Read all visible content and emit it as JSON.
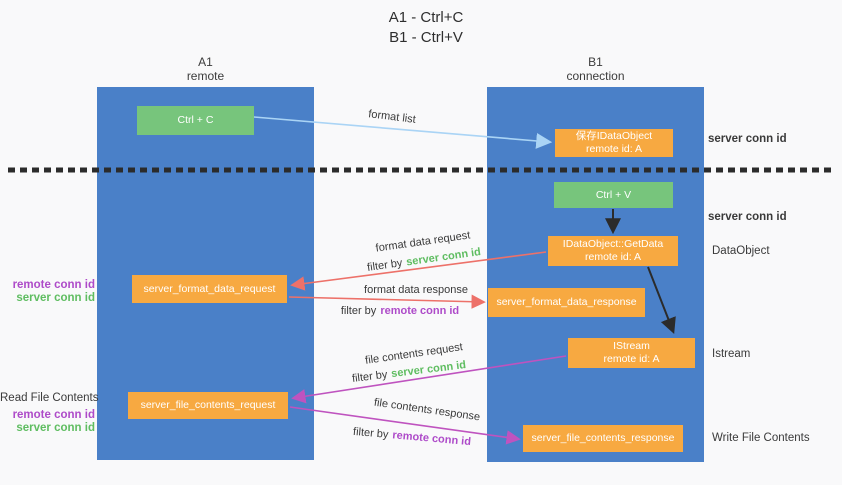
{
  "title": {
    "line1": "A1 - Ctrl+C",
    "line2": "B1 - Ctrl+V"
  },
  "lifelines": {
    "a1": {
      "name": "A1",
      "subtitle": "remote"
    },
    "b1": {
      "name": "B1",
      "subtitle": "connection"
    }
  },
  "nodes": {
    "ctrl_c": {
      "label": "Ctrl + C"
    },
    "ctrl_v": {
      "label": "Ctrl + V"
    },
    "save_idataobject": {
      "line1": "保存IDataObject",
      "line2": "remote id: A"
    },
    "idataobject_getdata": {
      "line1": "IDataObject::GetData",
      "line2": "remote id: A"
    },
    "istream": {
      "line1": "IStream",
      "line2": "remote id: A"
    },
    "server_format_data_request": {
      "label": "server_format_data_request"
    },
    "server_format_data_response": {
      "label": "server_format_data_response"
    },
    "server_file_contents_request": {
      "label": "server_file_contents_request"
    },
    "server_file_contents_response": {
      "label": "server_file_contents_response"
    }
  },
  "edge_labels": {
    "format_list": "format list",
    "format_data_request": "format data request",
    "format_data_response": "format data response",
    "file_contents_request": "file contents request",
    "file_contents_response": "file contents response",
    "filter_by": "filter by",
    "server_conn_id": "server conn id",
    "remote_conn_id": "remote conn id"
  },
  "annotations": {
    "right_server_conn_id_1": "server conn id",
    "right_server_conn_id_2": "server conn id",
    "dataobject": "DataObject",
    "istream": "Istream",
    "write_file_contents": "Write File Contents",
    "read_file_contents": "Read File Contents",
    "left_remote_conn_id_1": "remote conn id",
    "left_server_conn_id_1": "server conn id",
    "left_remote_conn_id_2": "remote conn id",
    "left_server_conn_id_2": "server conn id"
  },
  "colors": {
    "lifeline_blue": "#4a80c8",
    "action_green": "#77c57c",
    "node_orange": "#f7a941",
    "conn_green_text": "#5fbd61",
    "conn_purple_text": "#ae4bc9",
    "arrow_red": "#ed7169",
    "arrow_magenta": "#bf53bf",
    "arrow_lightblue": "#aad4f5",
    "arrow_black": "#2b2b2b"
  }
}
